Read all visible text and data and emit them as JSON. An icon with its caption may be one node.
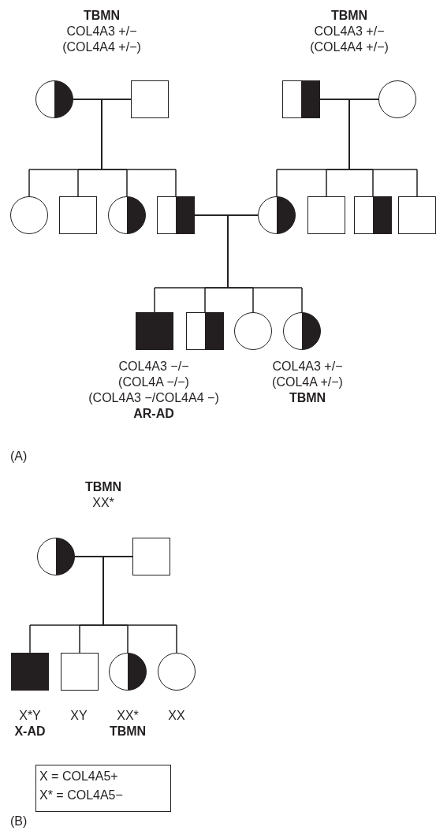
{
  "diagram": {
    "nodes": [
      {
        "text": [],
        "shape": "circle",
        "beside": [
          "TBMN",
          "COL4A3 +/−",
          "(COL4A4 +/−)"
        ]
      },
      {
        "text": [],
        "shape": "box"
      },
      {
        "text": [],
        "shape": "box",
        "beside": [
          "TBMN",
          "COL4A3 +/−",
          "(COL4A4 +/−)"
        ]
      },
      {
        "text": [],
        "shape": "circle"
      },
      {
        "text": [],
        "shape": "circle"
      },
      {
        "text": [],
        "shape": "box"
      },
      {
        "text": [],
        "shape": "circle"
      },
      {
        "text": [],
        "shape": "box"
      },
      {
        "text": [],
        "shape": "circle"
      },
      {
        "text": [],
        "shape": "box"
      },
      {
        "text": [],
        "shape": "box"
      },
      {
        "text": [],
        "shape": "box"
      },
      {
        "text": [],
        "shape": "box",
        "beside": [
          "COL4A3  −/−",
          "(COL4A  −/−)",
          "(COL4A3 −/COL4A4 −)",
          "AR-AD"
        ]
      },
      {
        "text": [],
        "shape": "box"
      },
      {
        "text": [],
        "shape": "circle"
      },
      {
        "text": [],
        "shape": "circle",
        "beside": [
          "COL4A3 +/−",
          "(COL4A +/−)",
          "TBMN"
        ]
      },
      {
        "text": [],
        "shape": "circle",
        "beside": [
          "TBMN",
          "XX*"
        ]
      },
      {
        "text": [],
        "shape": "box"
      },
      {
        "text": [],
        "shape": "box",
        "beside": [
          "X*Y",
          "X-AD"
        ]
      },
      {
        "text": [],
        "shape": "box",
        "beside": [
          "XY"
        ]
      },
      {
        "text": [],
        "shape": "circle",
        "beside": [
          "XX*",
          "TBMN"
        ]
      },
      {
        "text": [],
        "shape": "circle",
        "beside": [
          "XX"
        ]
      }
    ],
    "edges": [
      {
        "from": 0,
        "to": 1,
        "arrow": "none"
      },
      {
        "from": 0,
        "to": 4,
        "arrow": "none"
      },
      {
        "from": 0,
        "to": 5,
        "arrow": "none"
      },
      {
        "from": 0,
        "to": 6,
        "arrow": "none"
      },
      {
        "from": 0,
        "to": 7,
        "arrow": "none"
      },
      {
        "from": 1,
        "to": 4,
        "arrow": "none"
      },
      {
        "from": 1,
        "to": 5,
        "arrow": "none"
      },
      {
        "from": 1,
        "to": 6,
        "arrow": "none"
      },
      {
        "from": 1,
        "to": 7,
        "arrow": "none"
      },
      {
        "from": 2,
        "to": 3,
        "arrow": "none"
      },
      {
        "from": 2,
        "to": 8,
        "arrow": "none"
      },
      {
        "from": 2,
        "to": 9,
        "arrow": "none"
      },
      {
        "from": 2,
        "to": 10,
        "arrow": "none"
      },
      {
        "from": 2,
        "to": 11,
        "arrow": "none"
      },
      {
        "from": 3,
        "to": 8,
        "arrow": "none"
      },
      {
        "from": 3,
        "to": 9,
        "arrow": "none"
      },
      {
        "from": 3,
        "to": 10,
        "arrow": "none"
      },
      {
        "from": 3,
        "to": 11,
        "arrow": "none"
      },
      {
        "from": 7,
        "to": 8,
        "arrow": "none"
      },
      {
        "from": 7,
        "to": 12,
        "arrow": "none"
      },
      {
        "from": 7,
        "to": 13,
        "arrow": "none"
      },
      {
        "from": 7,
        "to": 14,
        "arrow": "none"
      },
      {
        "from": 7,
        "to": 15,
        "arrow": "none"
      },
      {
        "from": 8,
        "to": 12,
        "arrow": "none"
      },
      {
        "from": 8,
        "to": 13,
        "arrow": "none"
      },
      {
        "from": 8,
        "to": 14,
        "arrow": "none"
      },
      {
        "from": 8,
        "to": 15,
        "arrow": "none"
      },
      {
        "from": 16,
        "to": 17,
        "arrow": "none"
      },
      {
        "from": 16,
        "to": 18,
        "arrow": "none"
      },
      {
        "from": 16,
        "to": 19,
        "arrow": "none"
      },
      {
        "from": 16,
        "to": 20,
        "arrow": "none"
      },
      {
        "from": 16,
        "to": 21,
        "arrow": "none"
      },
      {
        "from": 17,
        "to": 18,
        "arrow": "none"
      },
      {
        "from": 17,
        "to": 19,
        "arrow": "none"
      },
      {
        "from": 17,
        "to": 20,
        "arrow": "none"
      },
      {
        "from": 17,
        "to": 21,
        "arrow": "none"
      }
    ],
    "labels": [
      "(A)",
      "X = COL4A5+",
      "X* = COL4A5−",
      "(B)"
    ]
  }
}
